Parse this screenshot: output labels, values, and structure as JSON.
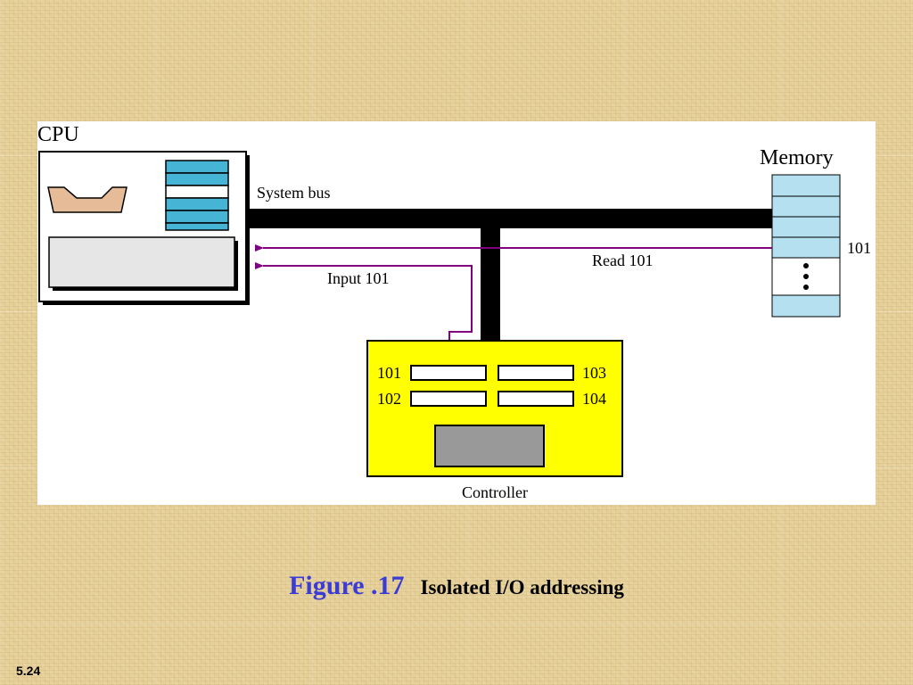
{
  "diagram": {
    "cpu_label": "CPU",
    "memory_label": "Memory",
    "system_bus_label": "System bus",
    "memory_address_label": "101",
    "read_label": "Read 101",
    "input_label": "Input 101",
    "controller_label": "Controller",
    "ports": {
      "p101": "101",
      "p102": "102",
      "p103": "103",
      "p104": "104"
    },
    "colors": {
      "controller_fill": "#ffff00",
      "memory_cell_fill": "#b4e0f0",
      "register_fill": "#46b4d4",
      "alu_fill": "#e6bc98",
      "signal_line": "#800080",
      "bus": "#000000"
    }
  },
  "caption": {
    "figure_number": "Figure .17",
    "title": "Isolated I/O addressing"
  },
  "slide_number": "5.24"
}
